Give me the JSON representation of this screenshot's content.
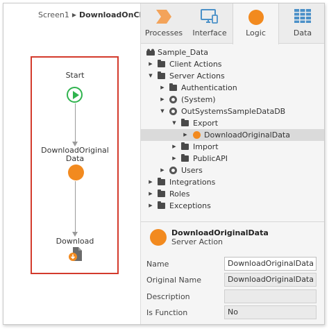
{
  "breadcrumb": {
    "parent": "Screen1",
    "current": "DownloadOnClick"
  },
  "flow": {
    "start_label": "Start",
    "action_label_line1": "DownloadOriginal",
    "action_label_line2": "Data",
    "end_label": "Download",
    "highlight_color": "#d33a2c",
    "start_color": "#2fb34e",
    "action_color": "#f28a1f"
  },
  "tabs": [
    {
      "label": "Processes",
      "icon": "processes-chevron-icon"
    },
    {
      "label": "Interface",
      "icon": "interface-monitor-icon"
    },
    {
      "label": "Logic",
      "icon": "logic-circle-icon",
      "active": true
    },
    {
      "label": "Data",
      "icon": "data-grid-icon"
    }
  ],
  "tree": {
    "root": "Sample_Data",
    "client_actions": "Client Actions",
    "server_actions": "Server Actions",
    "authentication": "Authentication",
    "system": "(System)",
    "outsystems_db": "OutSystemsSampleDataDB",
    "export": "Export",
    "download_original": "DownloadOriginalData",
    "import": "Import",
    "public_api": "PublicAPI",
    "users": "Users",
    "integrations": "Integrations",
    "roles": "Roles",
    "exceptions": "Exceptions"
  },
  "properties": {
    "title": "DownloadOriginalData",
    "subtitle": "Server Action",
    "name_label": "Name",
    "name_value": "DownloadOriginalData",
    "original_name_label": "Original Name",
    "original_name_value": "DownloadOriginalData",
    "description_label": "Description",
    "description_value": "",
    "is_function_label": "Is Function",
    "is_function_value": "No"
  }
}
